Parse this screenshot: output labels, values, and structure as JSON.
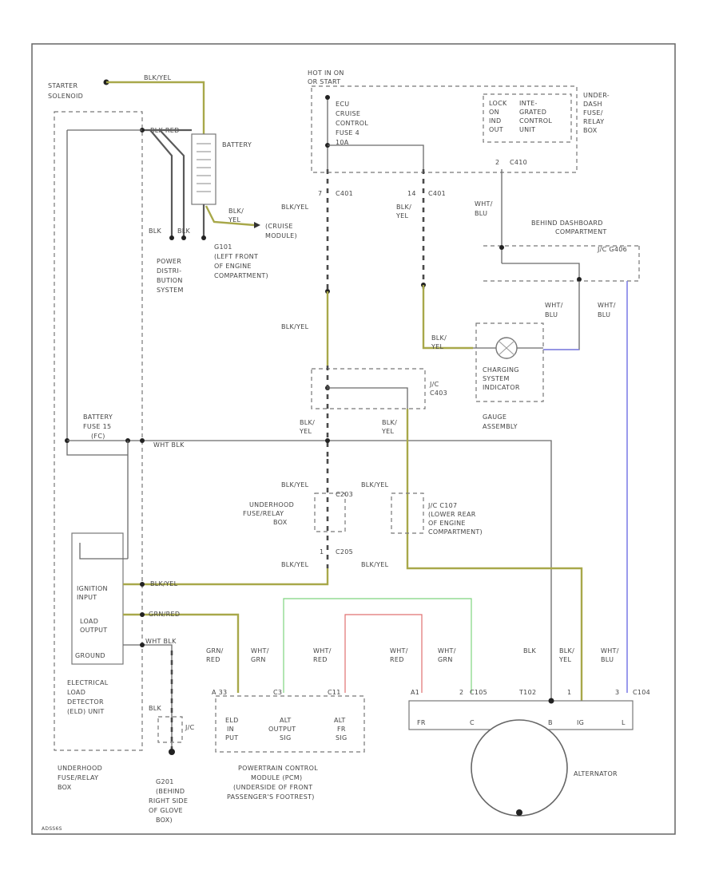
{
  "colors": {
    "wire": "#5a5a5a",
    "yellow_wire": "#a8a84a",
    "green_wire": "#7fd47f",
    "red_wire": "#e07070",
    "blue_wire": "#8080e8"
  },
  "labels": {
    "starter_solenoid": [
      "STARTER",
      "SOLENOID"
    ],
    "wire_blk_yel_top": "BLK/YEL",
    "battery": "BATTERY",
    "wire_blk_red_battery": "BLK  RED",
    "blk_left": "BLK",
    "blk_right": "BLK",
    "wire_blk_yel_ground": [
      "BLK/",
      "YEL"
    ],
    "cruise_module": [
      "(CRUISE",
      "MODULE)"
    ],
    "g101": [
      "G101",
      "(LEFT FRONT",
      "OF ENGINE",
      "COMPARTMENT)"
    ],
    "power_dist": [
      "POWER",
      "DISTRI-",
      "BUTION",
      "SYSTEM"
    ],
    "hot_in_on": [
      "HOT IN ON",
      "OR START"
    ],
    "ecu_fuse": [
      "ECU",
      "CRUISE",
      "CONTROL",
      "FUSE 4",
      "10A"
    ],
    "relay_dots": [
      "LOCK",
      "ON",
      "IND",
      "OUT"
    ],
    "integrated_unit": [
      "INTE-",
      "GRATED",
      "CONTROL",
      "UNIT"
    ],
    "under_dash_box": [
      "UNDER-",
      "DASH",
      "FUSE/",
      "RELAY",
      "BOX"
    ],
    "c410": "C410",
    "pin_2": "2",
    "pin_7": "7",
    "c401_a": "C401",
    "pin_14": "14",
    "c401_b": "C401",
    "wire_blk_yel_c401": "BLK/YEL",
    "wire_blk_yel_c401b": [
      "BLK/",
      "YEL"
    ],
    "wht_blu_upper": [
      "WHT/",
      "BLU"
    ],
    "behind_dash": [
      "BEHIND DASHBOARD",
      "COMPARTMENT"
    ],
    "jc_g406": "J/C G406",
    "wire_blk_yel_mid": "BLK/YEL",
    "wire_blk_yel_gauge": [
      "BLK/",
      "YEL"
    ],
    "wht_blu_a": [
      "WHT/",
      "BLU"
    ],
    "wht_blu_b": [
      "WHT/",
      "BLU"
    ],
    "charging_indicator": [
      "CHARGING",
      "SYSTEM",
      "INDICATOR"
    ],
    "jc_c403": [
      "J/C",
      "C403"
    ],
    "gauge_assembly": [
      "GAUGE",
      "ASSEMBLY"
    ],
    "battery_fuse": [
      "BATTERY",
      "FUSE 15",
      "(FC)"
    ],
    "wht_blk": "WHT  BLK",
    "wire_blk_yel_left": [
      "BLK/",
      "YEL"
    ],
    "wire_blk_yel_right": [
      "BLK/",
      "YEL"
    ],
    "wire_blk_yel_a": "BLK/YEL",
    "wire_blk_yel_b": "BLK/YEL",
    "c203": "C203",
    "underhood_fuse_box_mid": [
      "UNDERHOOD",
      "FUSE/RELAY",
      "BOX"
    ],
    "jc_c107": [
      "J/C C107",
      "(LOWER REAR",
      "OF ENGINE",
      "COMPARTMENT)"
    ],
    "pin_1": "1",
    "c205": "C205",
    "wire_blk_yel_low_a": "BLK/YEL",
    "wire_blk_yel_low_b": "BLK/YEL",
    "ignition_input": [
      "IGNITION",
      "INPUT"
    ],
    "wire_blk_yel_ign": "BLK/YEL",
    "load_output": [
      "LOAD",
      "OUTPUT"
    ],
    "wire_grn_red": "GRN/RED",
    "ground": "GROUND",
    "wht_blk_elv": "WHT  BLK",
    "eld_unit": [
      "ELECTRICAL",
      "LOAD",
      "DETECTOR",
      "(ELD) UNIT"
    ],
    "grn_red_pcm": [
      "GRN/",
      "RED"
    ],
    "wht_grn_a": [
      "WHT/",
      "GRN"
    ],
    "wht_red_a": [
      "WHT/",
      "RED"
    ],
    "wht_red_b": [
      "WHT/",
      "RED"
    ],
    "wht_grn_b": [
      "WHT/",
      "GRN"
    ],
    "blk_alt": "BLK",
    "blk_yel_alt": [
      "BLK/",
      "YEL"
    ],
    "wht_blu_alt": [
      "WHT/",
      "BLU"
    ],
    "pcm_pins": [
      "A 33",
      "C3",
      "C11"
    ],
    "alt_connector_pins": [
      "A1",
      "2",
      "C105",
      "T102",
      "1",
      "3",
      "C104"
    ],
    "pcm_labels": [
      "ELD",
      "IN",
      "PUT",
      "ALT",
      "OUTPUT",
      "SIG",
      "ALT",
      "FR",
      "SIG"
    ],
    "alt_box_pins": [
      "FR",
      "C",
      "B",
      "IG",
      "L"
    ],
    "blk_g_left": "BLK",
    "jc_label": "J/C",
    "underhood_box_bottom": [
      "UNDERHOOD",
      "FUSE/RELAY",
      "BOX"
    ],
    "g201": [
      "G201",
      "(BEHIND",
      "RIGHT SIDE",
      "OF GLOVE",
      "BOX)"
    ],
    "pcm": [
      "POWERTRAIN CONTROL",
      "MODULE (PCM)",
      "(UNDERSIDE OF FRONT",
      "PASSENGER'S FOOTREST)"
    ],
    "alternator": "ALTERNATOR",
    "corner_code": "ADSS6S"
  }
}
